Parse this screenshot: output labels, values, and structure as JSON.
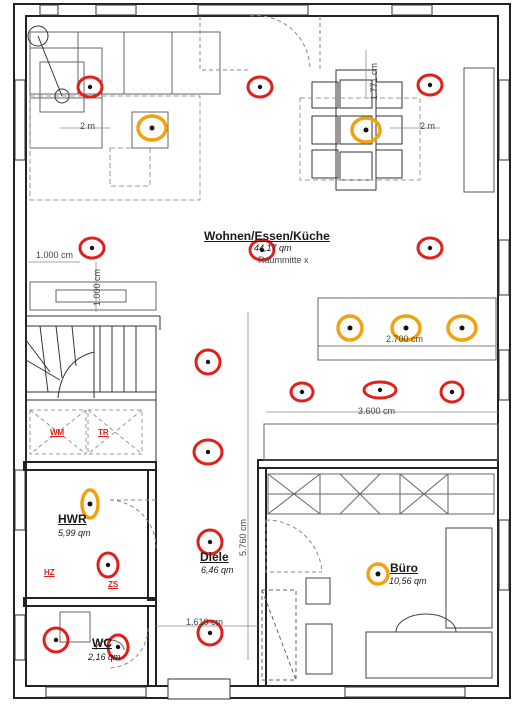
{
  "rooms": {
    "wohnen": {
      "name": "Wohnen/Essen/Küche",
      "area": "44,17 qm",
      "note": "Raummitte x"
    },
    "hwr": {
      "name": "HWR",
      "area": "5,99 qm"
    },
    "diele": {
      "name": "Diele",
      "area": "6,46 qm"
    },
    "buero": {
      "name": "Büro",
      "area": "10,56 qm"
    },
    "wc": {
      "name": "WC",
      "area": "2,16 qm"
    }
  },
  "dimensions": {
    "d1": "2 m",
    "d2": "2 m",
    "d3": "1.771 cm",
    "d4": "1.000 cm",
    "d5": "1.000 cm",
    "d6": "2.700 cm",
    "d7": "3.600 cm",
    "d8": "5.760 cm",
    "d9": "1.610 cm"
  },
  "fixture_labels": {
    "wm": "WM",
    "tr": "TR",
    "hz": "HZ",
    "zs": "ZS"
  },
  "colors": {
    "wall": "#222222",
    "line": "#555555",
    "red_marker": "#e0201b",
    "orange_marker": "#f2a20f"
  }
}
